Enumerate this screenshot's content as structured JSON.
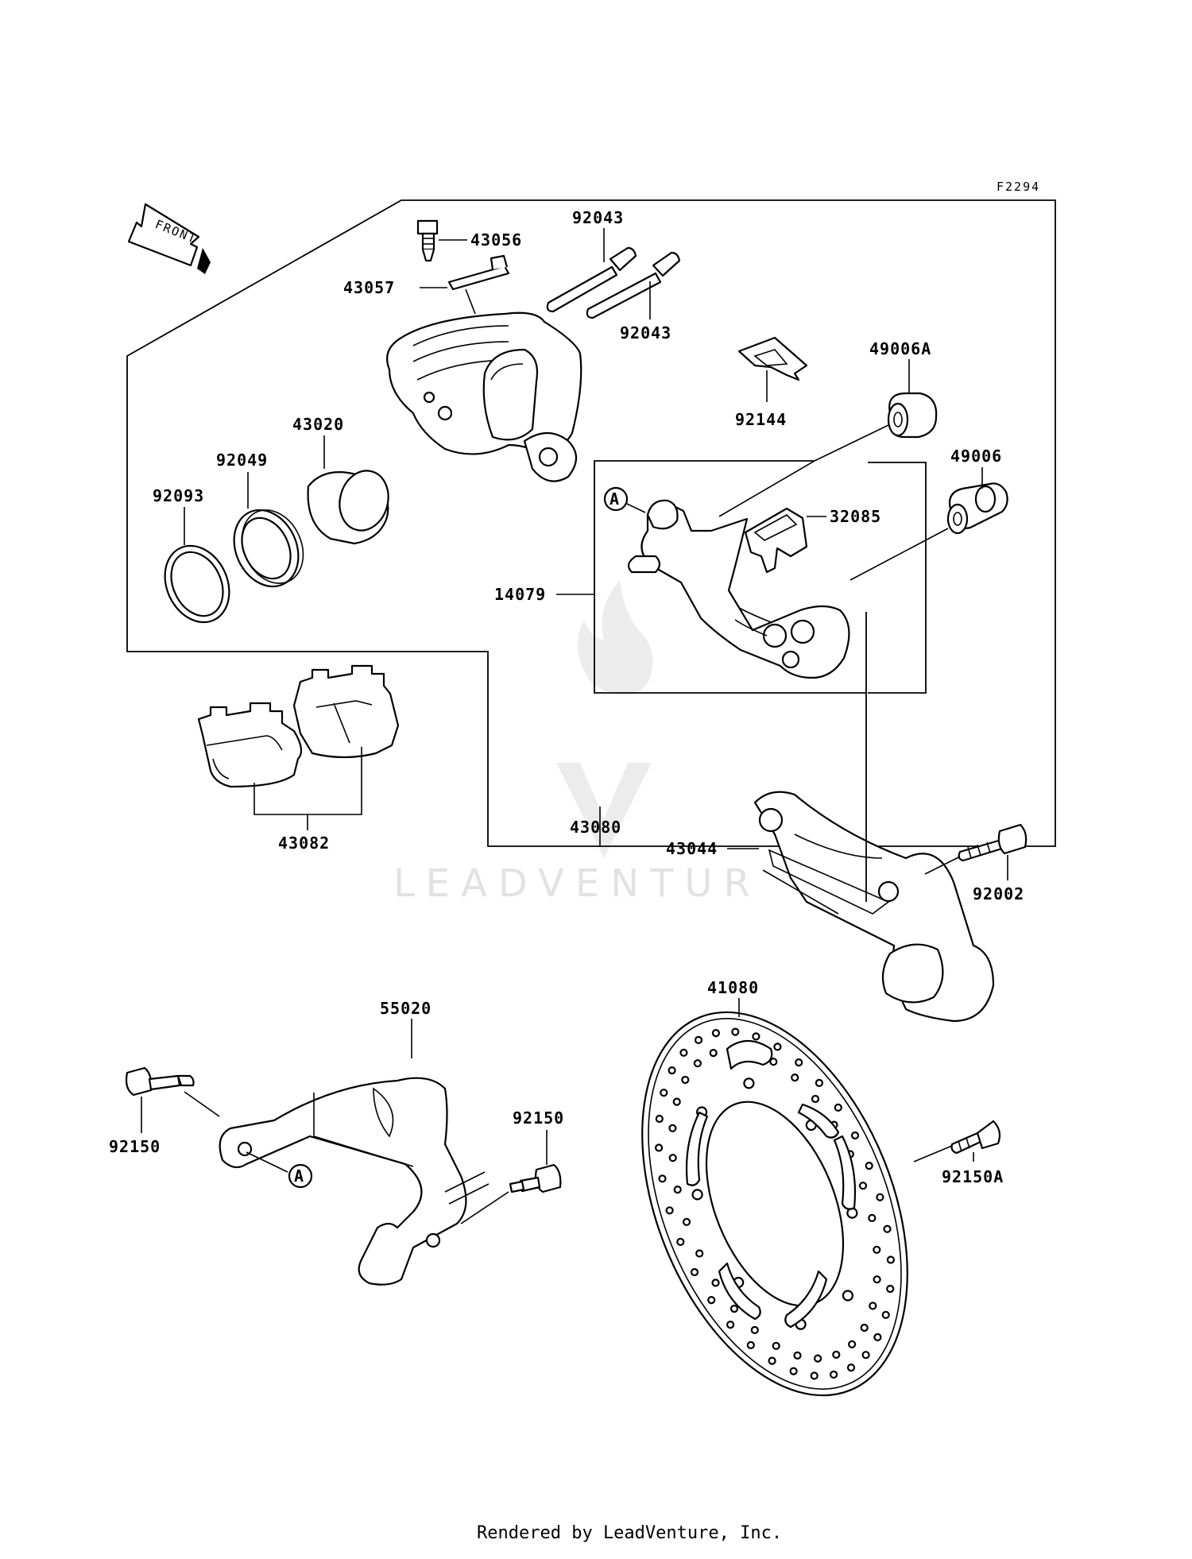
{
  "figure_code": "F2294",
  "front_label": "FRONT",
  "reference_marker": "A",
  "watermark": "LEADVENTUR",
  "footer": "Rendered by LeadVenture, Inc.",
  "parts": [
    {
      "id": "p43056",
      "number": "43056"
    },
    {
      "id": "p43057",
      "number": "43057"
    },
    {
      "id": "p92043a",
      "number": "92043"
    },
    {
      "id": "p92043b",
      "number": "92043"
    },
    {
      "id": "p43020",
      "number": "43020"
    },
    {
      "id": "p92049",
      "number": "92049"
    },
    {
      "id": "p92093",
      "number": "92093"
    },
    {
      "id": "p92144",
      "number": "92144"
    },
    {
      "id": "p49006A",
      "number": "49006A"
    },
    {
      "id": "p49006",
      "number": "49006"
    },
    {
      "id": "p32085",
      "number": "32085"
    },
    {
      "id": "p14079",
      "number": "14079"
    },
    {
      "id": "p43080",
      "number": "43080"
    },
    {
      "id": "p43082",
      "number": "43082"
    },
    {
      "id": "p43044",
      "number": "43044"
    },
    {
      "id": "p92002",
      "number": "92002"
    },
    {
      "id": "p41080",
      "number": "41080"
    },
    {
      "id": "p55020",
      "number": "55020"
    },
    {
      "id": "p92150a",
      "number": "92150"
    },
    {
      "id": "p92150b",
      "number": "92150"
    },
    {
      "id": "p92150A",
      "number": "92150A"
    }
  ]
}
